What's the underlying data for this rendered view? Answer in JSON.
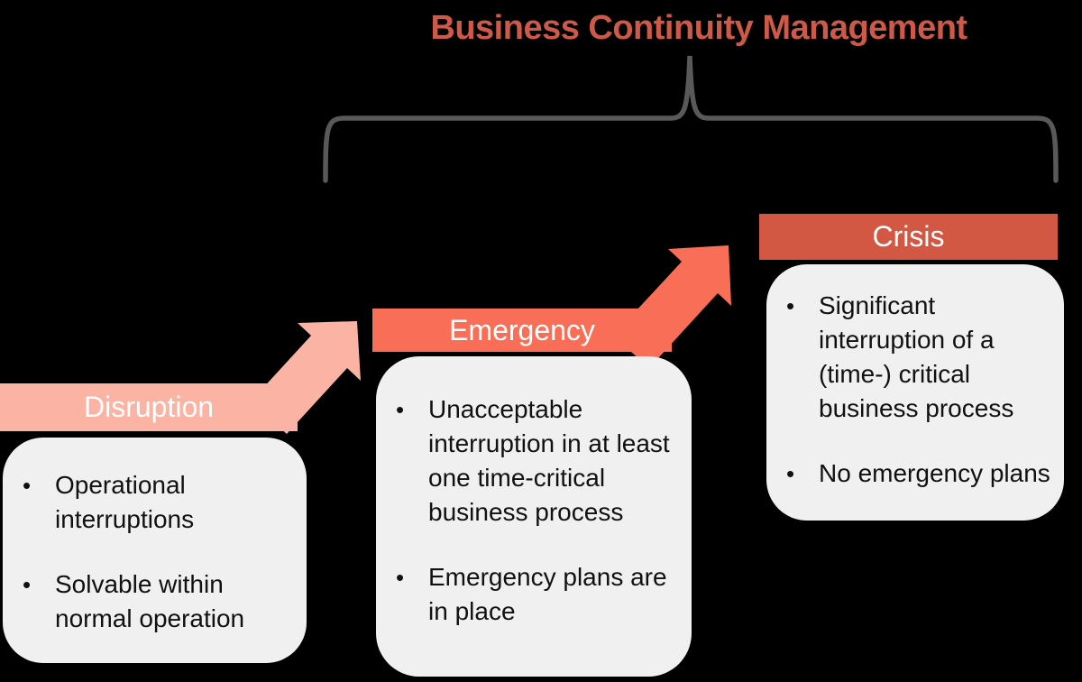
{
  "title": "Business Continuity Management",
  "ui": {
    "bullet": "•"
  },
  "colors": {
    "background": "#000000",
    "title": "#CD5A48",
    "brace": "#595959",
    "box_bg": "#F0F0F0",
    "body_text": "#111111",
    "banner_text": "#FFFFFF",
    "disruption": "#FBB3A3",
    "emergency": "#F86E56",
    "crisis": "#D35843"
  },
  "stages": [
    {
      "id": "disruption",
      "label": "Disruption",
      "color": "#FBB3A3",
      "bullets": [
        "Operational interruptions",
        "Solvable within normal operation"
      ]
    },
    {
      "id": "emergency",
      "label": "Emergency",
      "color": "#F86E56",
      "bullets": [
        "Unacceptable interruption in at least one time-critical business process",
        "Emergency plans are in place"
      ]
    },
    {
      "id": "crisis",
      "label": "Crisis",
      "color": "#D35843",
      "bullets": [
        "Significant interruption of a (time-) critical business process",
        "No emergency plans"
      ]
    }
  ]
}
